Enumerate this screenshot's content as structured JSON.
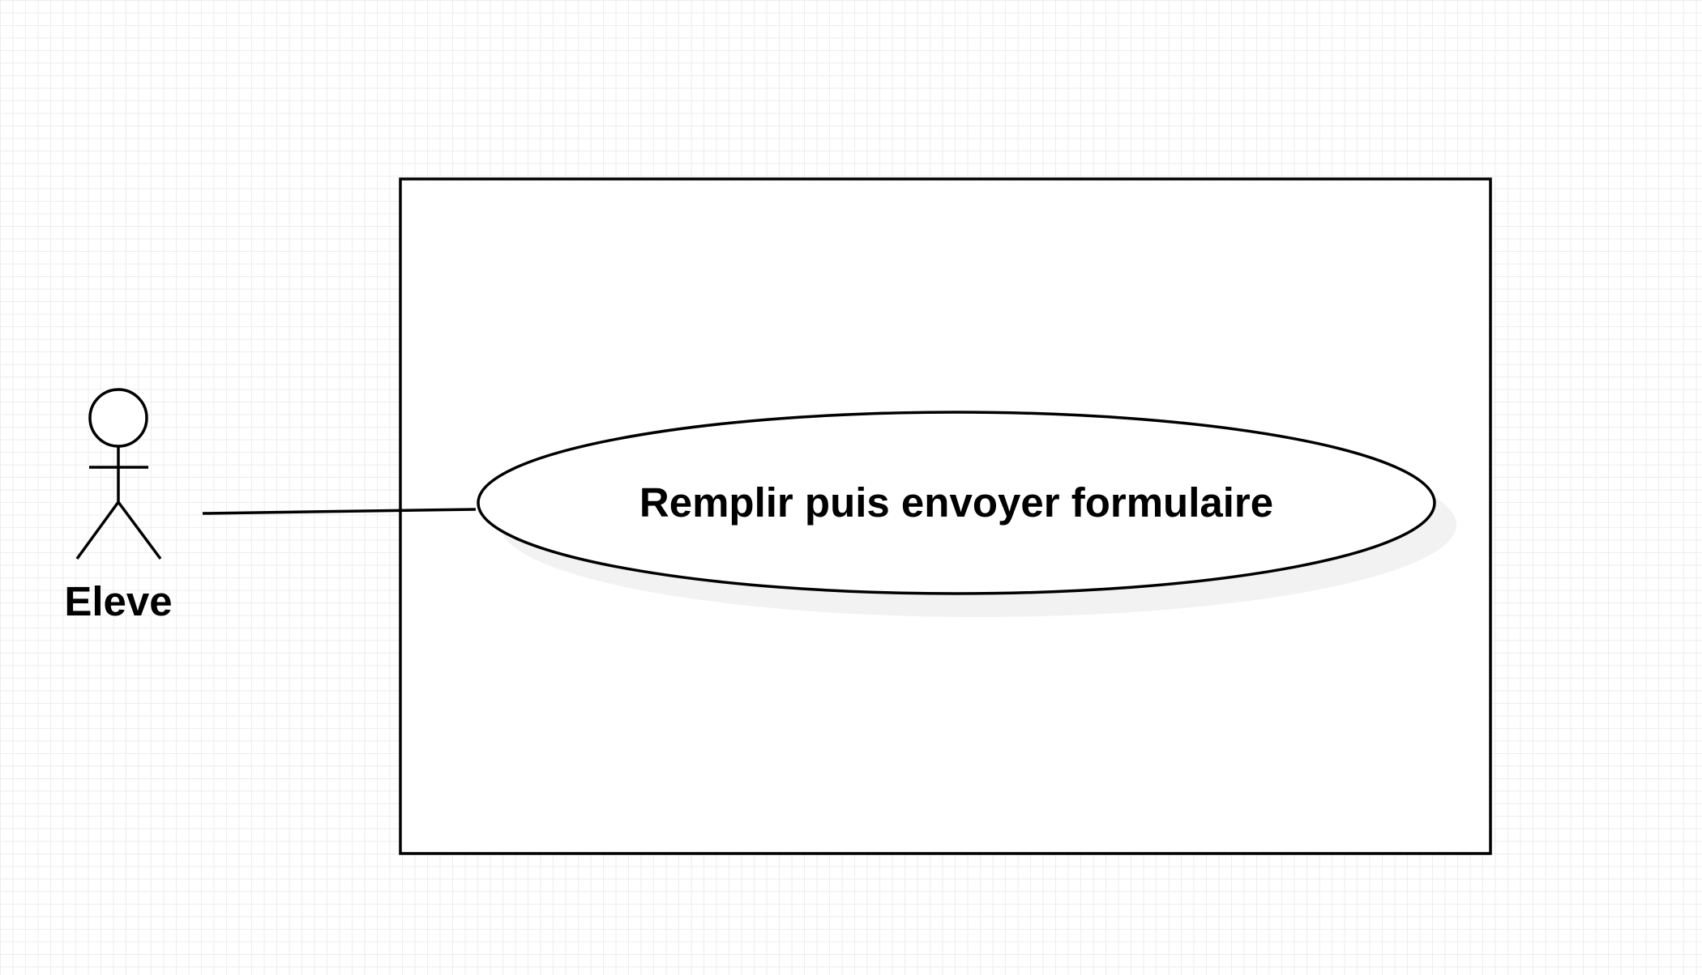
{
  "diagram": {
    "type": "use-case",
    "actor": {
      "name": "Eleve"
    },
    "use_case": {
      "label": "Remplir puis envoyer formulaire"
    },
    "colors": {
      "stroke": "#000000",
      "background": "#ffffff",
      "grid": "#eeeeee",
      "shadow": "#f2f2f2"
    }
  }
}
